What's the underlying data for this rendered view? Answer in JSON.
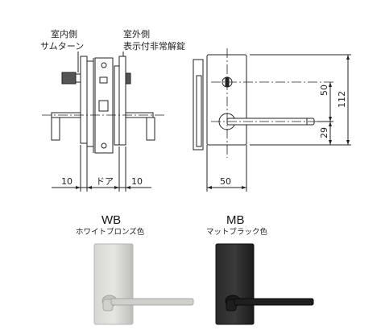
{
  "labels": {
    "indoor": "室内側",
    "thumb_turn": "サムターン",
    "outdoor": "室外側",
    "indicator": "表示付非常解錠"
  },
  "dimensions": {
    "left_thickness": "10",
    "door": "ドア",
    "right_thickness": "10",
    "plate_width": "50",
    "vertical_upper": "50",
    "vertical_lower": "29",
    "total_height": "112"
  },
  "finishes": [
    {
      "code": "WB",
      "name": "ホワイトブロンズ色",
      "color": "#c9c9c6"
    },
    {
      "code": "MB",
      "name": "マットブラック色",
      "color": "#262626"
    }
  ]
}
